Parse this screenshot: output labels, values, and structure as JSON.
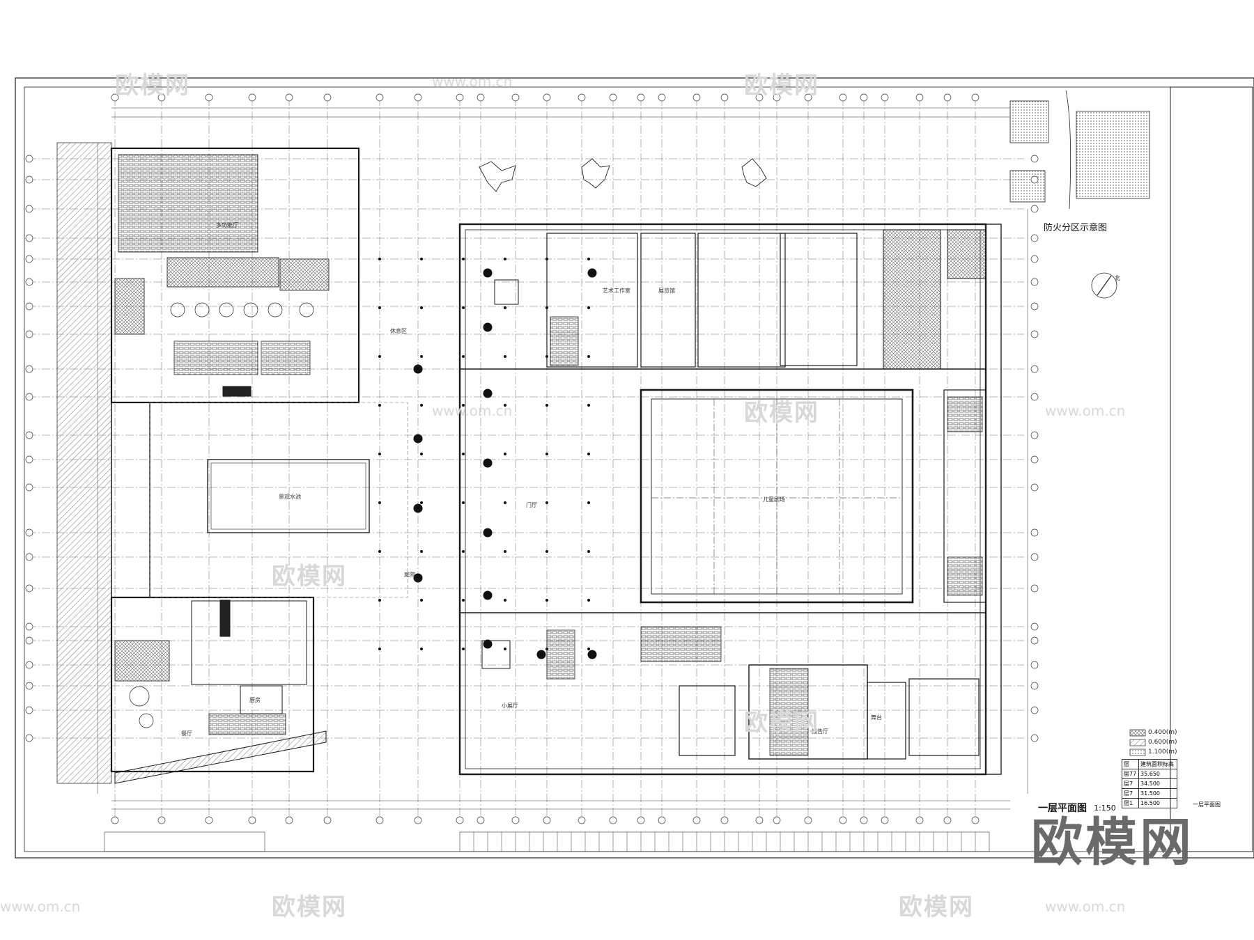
{
  "drawing": {
    "title": "一层平面图",
    "scale": "1:150",
    "fire_zone_title": "防火分区示意图",
    "north_label": "北",
    "sheet_label": "一层平面图"
  },
  "legend": [
    {
      "label": "0.400(m)"
    },
    {
      "label": "0.600(m)"
    },
    {
      "label": "1.100(m)"
    }
  ],
  "elevation_table": {
    "headers": [
      "层",
      "建筑面积标高"
    ],
    "rows": [
      [
        "层77",
        "35.650"
      ],
      [
        "层7",
        "34.500"
      ],
      [
        "层7",
        "31.500"
      ],
      [
        "层1",
        "16.500"
      ]
    ]
  },
  "rooms": {
    "children_theater": "儿童剧场",
    "lecture_hall": "报告厅",
    "small_exhibition": "小展厅",
    "art_studio": "艺术工作室",
    "exhibition_hall": "展览馆",
    "restaurant": "餐厅",
    "kitchen": "厨房",
    "multi_hall": "多功能厅",
    "lobby": "门厅",
    "courtyard": "庭院",
    "pool": "景观水池",
    "rest_area": "休息区",
    "stage": "舞台"
  },
  "watermarks": {
    "brand": "欧模网",
    "url": "www.om.cn"
  },
  "colors": {
    "line": "#1a1a1a",
    "grid": "#5a5a5a",
    "hatch": "#8c8c8c",
    "fill_dark": "#bfbfbf"
  }
}
